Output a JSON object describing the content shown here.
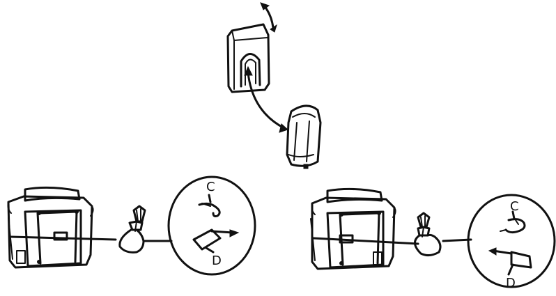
{
  "diagram": {
    "labels": {
      "left_callout_top": "C",
      "left_callout_bottom": "D",
      "right_callout_top": "C",
      "right_callout_bottom": "D"
    },
    "icons": {
      "top_device": "appliance-icon",
      "rotate_arrow": "rotate-arrow-icon",
      "curved_arrow": "curved-double-arrow-icon",
      "seat": "seat-icon",
      "left_machine": "machine-icon",
      "left_bag": "drawstring-bag-icon",
      "right_machine": "machine-icon",
      "right_bag": "drawstring-bag-icon"
    }
  }
}
